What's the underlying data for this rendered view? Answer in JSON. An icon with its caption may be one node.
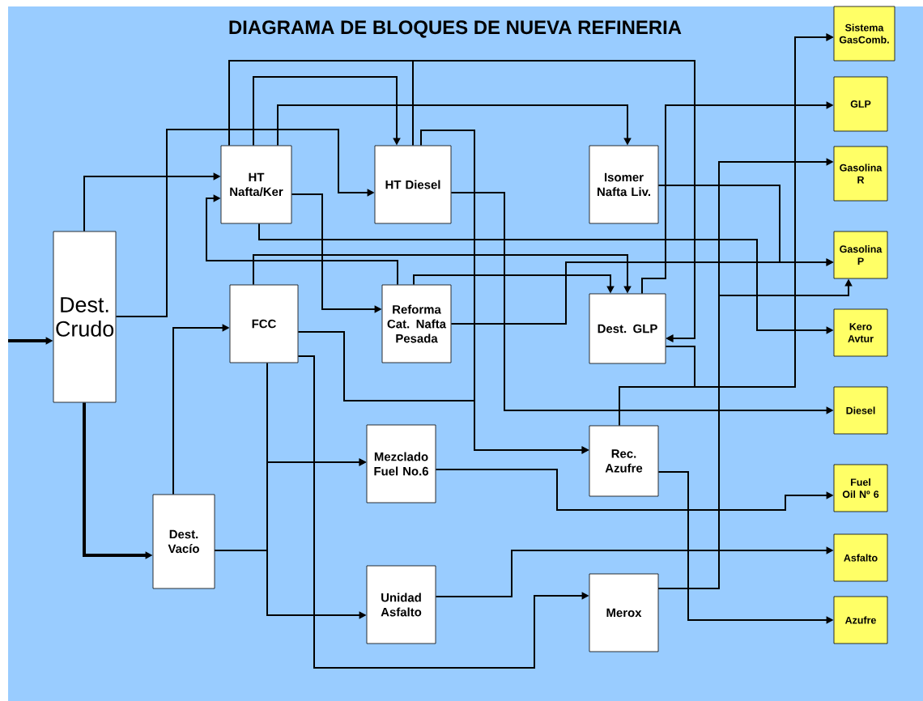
{
  "diagram": {
    "title": "DIAGRAMA DE BLOQUES DE NUEVA REFINERIA",
    "nodes": [
      {
        "text": [
          "Dest. Crudo"
        ]
      },
      {
        "text": [
          "HT Nafta/Ker"
        ]
      },
      {
        "text": [
          "HT Diesel"
        ]
      },
      {
        "text": [
          "Isomer Nafta Liv."
        ]
      },
      {
        "text": [
          "FCC"
        ]
      },
      {
        "text": [
          "Reforma Cat. Nafta Pesada"
        ]
      },
      {
        "text": [
          "Dest. GLP"
        ]
      },
      {
        "text": [
          "Mezclado Fuel No.6"
        ]
      },
      {
        "text": [
          "Rec. Azufre"
        ]
      },
      {
        "text": [
          "Dest. Vacío"
        ]
      },
      {
        "text": [
          "Unidad Asfalto"
        ]
      },
      {
        "text": [
          "Merox"
        ]
      },
      {
        "text": [
          "Sistema GasComb."
        ]
      },
      {
        "text": [
          "GLP"
        ]
      },
      {
        "text": [
          "Gasolina R"
        ]
      },
      {
        "text": [
          "Gasolina P"
        ]
      },
      {
        "text": [
          "Kero Avtur"
        ]
      },
      {
        "text": [
          "Diesel"
        ]
      },
      {
        "text": [
          "Fuel Oil Nº 6"
        ]
      },
      {
        "text": [
          "Asfalto"
        ]
      },
      {
        "text": [
          "Azufre"
        ]
      }
    ],
    "edges": [
      {
        "from": null,
        "to": 0,
        "arrow": "to",
        "style": "thick"
      },
      {
        "from": 0,
        "to": 1,
        "arrow": "to"
      },
      {
        "from": 0,
        "to": 2,
        "arrow": "to"
      },
      {
        "from": 0,
        "to": 9,
        "arrow": "to",
        "style": "thick"
      },
      {
        "from": 1,
        "to": 6,
        "arrow": "to"
      },
      {
        "from": 1,
        "to": 2,
        "arrow": "to"
      },
      {
        "from": 1,
        "to": 3,
        "arrow": "to"
      },
      {
        "from": 1,
        "to": 5,
        "arrow": "to"
      },
      {
        "from": 1,
        "to": 16,
        "arrow": "to"
      },
      {
        "from": 2,
        "to": 6,
        "arrow": "to"
      },
      {
        "from": 2,
        "to": 17,
        "arrow": "to"
      },
      {
        "from": 2,
        "to": 8,
        "arrow": "to"
      },
      {
        "from": 3,
        "to": 15,
        "arrow": "to"
      },
      {
        "from": 4,
        "to": 6,
        "arrow": "to"
      },
      {
        "from": 4,
        "to": 8,
        "arrow": "to"
      },
      {
        "from": 4,
        "to": 11,
        "arrow": "to"
      },
      {
        "from": 4,
        "to": 7,
        "arrow": "to"
      },
      {
        "from": 5,
        "to": 1,
        "arrow": "to"
      },
      {
        "from": 5,
        "to": 6,
        "arrow": "to"
      },
      {
        "from": 5,
        "to": 15,
        "arrow": "to"
      },
      {
        "from": 6,
        "to": 13,
        "arrow": "to"
      },
      {
        "from": 6,
        "to": 12,
        "arrow": "to"
      },
      {
        "from": 8,
        "to": 12,
        "arrow": "to"
      },
      {
        "from": 9,
        "to": 4,
        "arrow": "to"
      },
      {
        "from": 9,
        "to": 7,
        "arrow": "to"
      },
      {
        "from": 9,
        "to": 10,
        "arrow": "to"
      },
      {
        "from": 7,
        "to": 18,
        "arrow": "to"
      },
      {
        "from": 10,
        "to": 19,
        "arrow": "to"
      },
      {
        "from": 8,
        "to": 20,
        "arrow": "to"
      },
      {
        "from": 11,
        "to": 14,
        "arrow": "to"
      },
      {
        "from": 11,
        "to": 15,
        "arrow": "to"
      }
    ]
  }
}
